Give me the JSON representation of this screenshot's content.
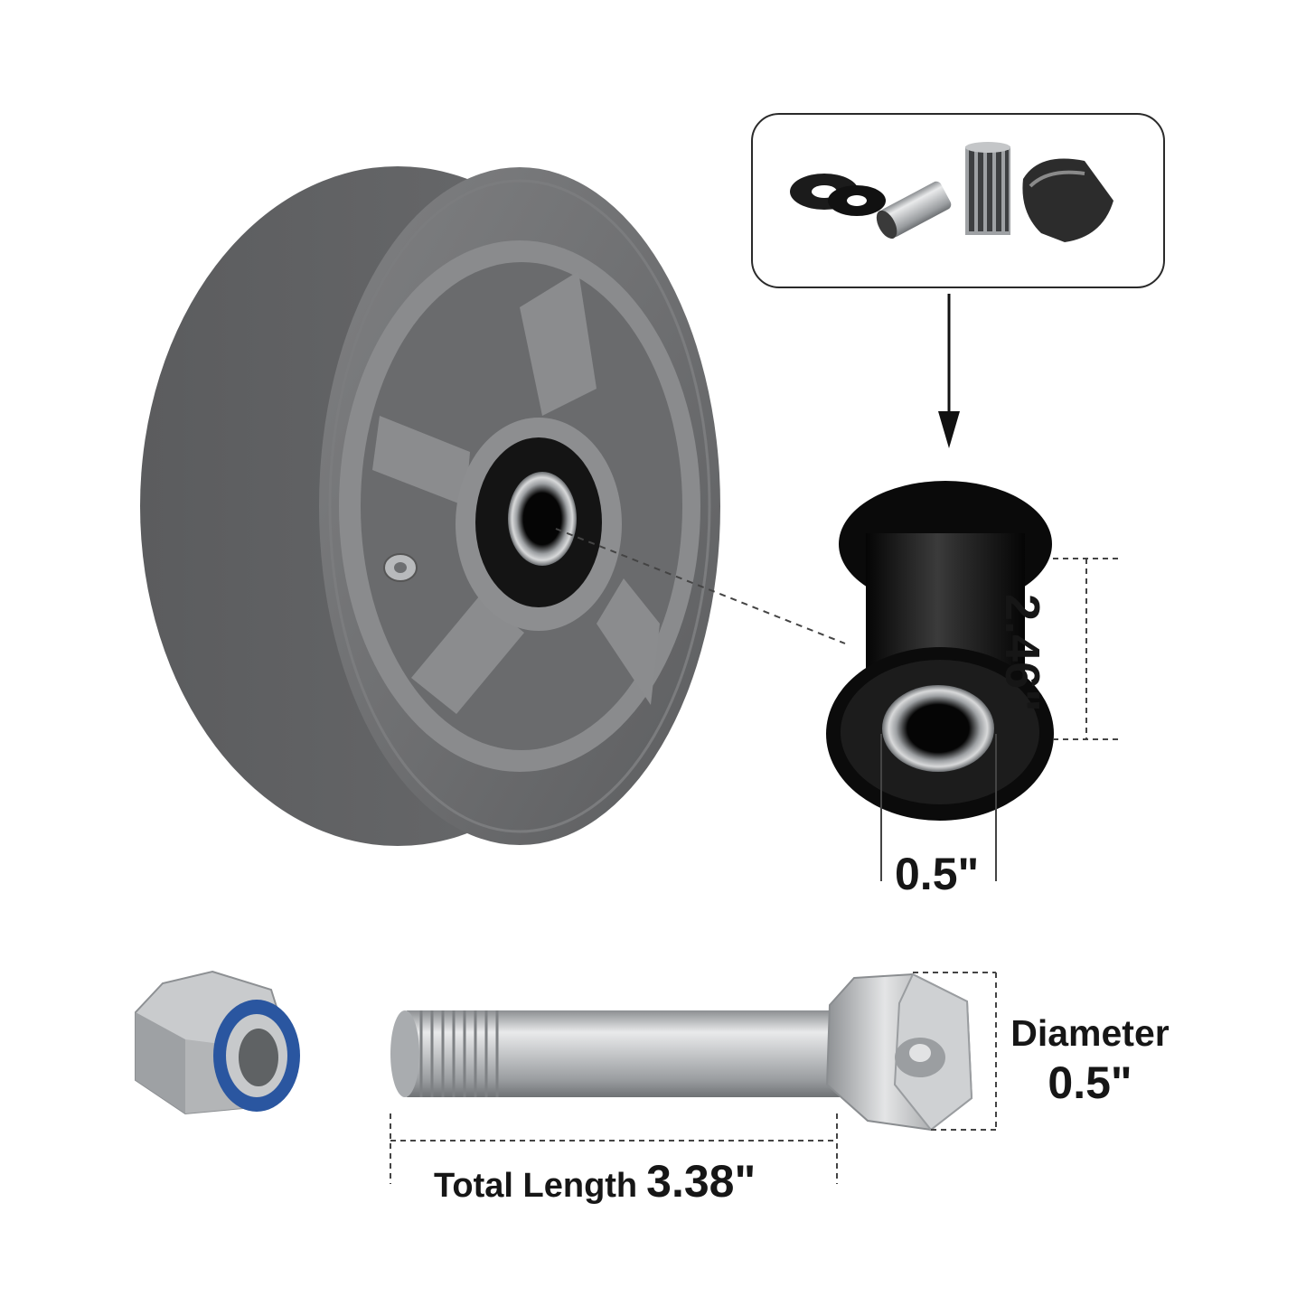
{
  "colors": {
    "tire": "#707173",
    "hub": "#828385",
    "bearing": "#111111",
    "steel": "#b4b6b8",
    "nylon_insert": "#2a56a0",
    "background": "#ffffff"
  },
  "icons": {
    "wheel": "caster-wheel-image",
    "kit": "bearing-kit-image",
    "bearing": "flanged-bearing-image",
    "nut": "lock-nut-image",
    "axle": "axle-bolt-image"
  },
  "dimensions": {
    "bearing_height": "2.46\"",
    "bearing_bore": "0.5\"",
    "axle_diameter_label": "Diameter",
    "axle_diameter_value": "0.5\"",
    "axle_length_label": "Total Length",
    "axle_length_value": "3.38\""
  }
}
